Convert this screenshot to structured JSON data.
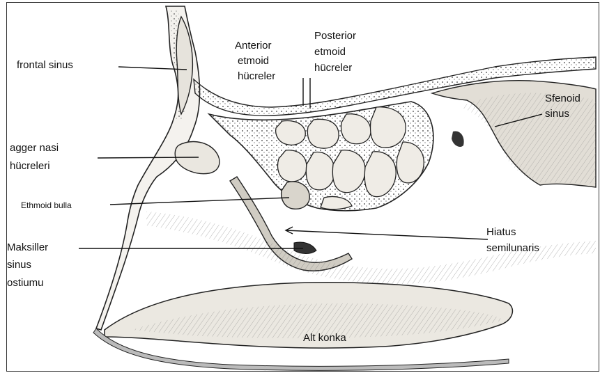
{
  "labels": {
    "frontal_sinus": "frontal sinus",
    "anterior_ethmoid": [
      "Anterior",
      "etmoid",
      "hücreler"
    ],
    "posterior_ethmoid": [
      "Posterior",
      "etmoid",
      "hücreler"
    ],
    "sphenoid_sinus": [
      "Sfenoid",
      "sinus"
    ],
    "agger_nasi": [
      "agger nasi",
      "hücreleri"
    ],
    "ethmoid_bulla": "Ethmoid bulla",
    "hiatus_semilunaris": [
      "Hiatus",
      "semilunaris"
    ],
    "maxillary_ostium": [
      "Maksiller",
      "sinus",
      "ostiumu"
    ],
    "inferior_turbinate": "Alt konka"
  },
  "colors": {
    "ink": "#111111",
    "bone": "#f4f2ee",
    "shade": "#555555"
  }
}
